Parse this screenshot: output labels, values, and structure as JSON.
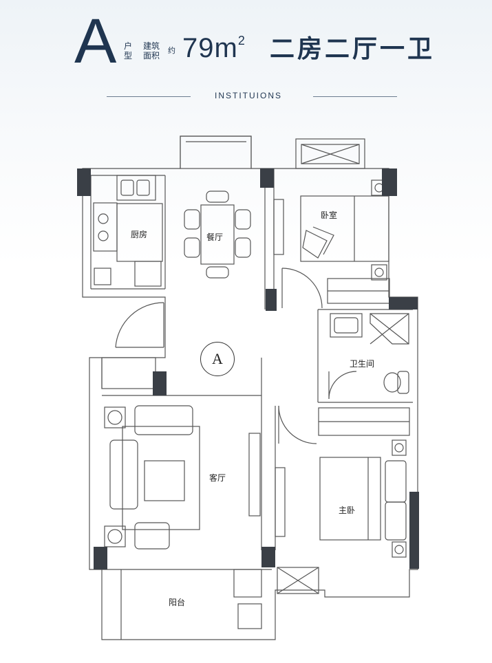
{
  "header": {
    "letter": "A",
    "type_chars": [
      "户",
      "型"
    ],
    "area_label_line1": "建筑",
    "area_label_line2": "面积",
    "approx": "约",
    "area_value": "79m",
    "area_unit_sup": "2",
    "layout": "二房二厅一卫",
    "subtitle": "INSTITUIONS"
  },
  "rooms": {
    "kitchen": "厨房",
    "dining": "餐厅",
    "bedroom": "卧室",
    "bathroom": "卫生间",
    "living": "客厅",
    "master": "主卧",
    "balcony": "阳台"
  },
  "marker": "A",
  "colors": {
    "text": "#1f3550",
    "wall": "#3a3f46",
    "line": "#555555"
  }
}
